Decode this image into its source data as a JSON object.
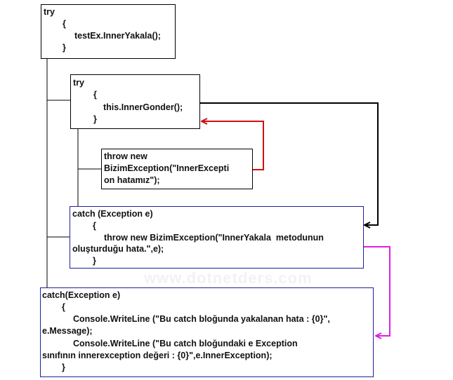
{
  "colors": {
    "box_border_black": "#000000",
    "box_border_blue": "#1f1fa0",
    "arrow_red": "#d01010",
    "arrow_black": "#000000",
    "arrow_magenta": "#e020e0",
    "connector": "#000000"
  },
  "watermark": "www.dotnetders.com",
  "outer_try": {
    "lines": [
      "try",
      "{",
      "testEx.InnerYakala();",
      "}"
    ]
  },
  "inner_try": {
    "lines": [
      "try",
      "{",
      "this.InnerGonder();",
      "}"
    ]
  },
  "throw_box": {
    "lines": [
      "throw new",
      "BizimException(\"InnerExcepti",
      "on hatamız\");"
    ]
  },
  "inner_catch": {
    "lines": [
      "catch (Exception e)",
      "{",
      "throw new BizimException(\"InnerYakala  metodunun",
      "oluşturduğu hata.\",e);",
      "}"
    ]
  },
  "outer_catch": {
    "lines": [
      "catch(Exception e)",
      "{",
      "Console.WriteLine (\"Bu catch bloğunda yakalanan hata : {0}\",",
      "e.Message);",
      "Console.WriteLine (\"Bu catch bloğundaki e Exception",
      "sınıfının innerexception değeri : {0}\",e.InnerException);",
      "}"
    ]
  }
}
